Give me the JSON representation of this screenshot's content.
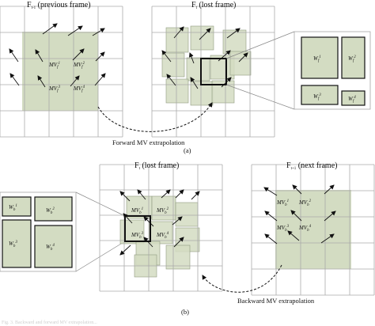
{
  "colors": {
    "block_fill": "#d3dcc2",
    "block_stroke": "#8f9b80",
    "grid": "#aaaaaa",
    "ink": "#111111"
  },
  "part_a": {
    "left_title": "F",
    "left_title_sub": "t-1",
    "left_title_rest": " (previous frame)",
    "right_title": "F",
    "right_title_sub": "t",
    "right_title_rest": " (lost frame)",
    "mv_base": "MV",
    "mv_sub": "f",
    "mv_sups": [
      "1",
      "2",
      "3",
      "4"
    ],
    "weights": [
      "1",
      "2",
      "3",
      "4"
    ],
    "w_base": "W",
    "w_sub": "f",
    "arrow_label": "Forward MV extrapolation",
    "caption": "(a)"
  },
  "part_b": {
    "left_title": "F",
    "left_title_sub": "t",
    "left_title_rest": " (lost frame)",
    "right_title": "F",
    "right_title_sub": "t+1",
    "right_title_rest": " (next frame)",
    "mv_base": "MV",
    "mv_sub": "b",
    "mv_sups": [
      "1",
      "2",
      "3",
      "4"
    ],
    "weights": [
      "1",
      "2",
      "3",
      "4"
    ],
    "w_base": "W",
    "w_sub": "b",
    "arrow_label": "Backward MV extrapolation",
    "caption": "(b)"
  },
  "footer": "Fig. 3. Backward and forward MV extrapolation..."
}
